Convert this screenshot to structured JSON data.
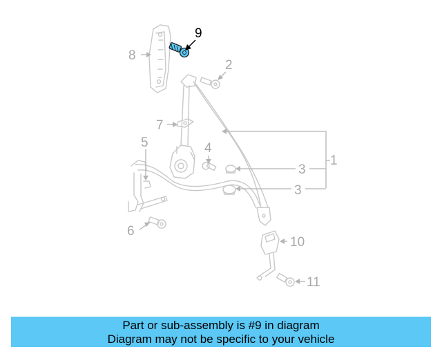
{
  "callouts": {
    "c1": "1",
    "c2": "2",
    "c3a": "3",
    "c3b": "3",
    "c4": "4",
    "c5": "5",
    "c6": "6",
    "c7": "7",
    "c8": "8",
    "c9": "9",
    "c10": "10",
    "c11": "11"
  },
  "highlight": {
    "part_number": "9",
    "color": "#5bc8f5"
  },
  "banner": {
    "line1": "Part or sub-assembly is #9 in diagram",
    "line2": "Diagram may not be specific to your vehicle",
    "background": "#5bc8f5"
  }
}
